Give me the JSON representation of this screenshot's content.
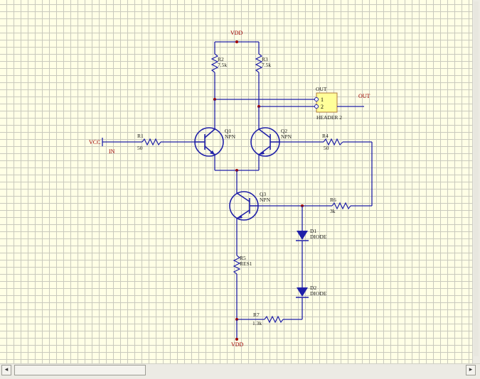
{
  "schematic": {
    "power": {
      "vdd_top": "VDD",
      "vdd_bottom": "VDD"
    },
    "components": {
      "R1": {
        "designator": "R1",
        "value": "50"
      },
      "R2": {
        "designator": "R2",
        "value": "7.5k"
      },
      "R3": {
        "designator": "R3",
        "value": "7.5k"
      },
      "R4": {
        "designator": "R4",
        "value": "50"
      },
      "R5": {
        "designator": "R5",
        "value": "RES1"
      },
      "R6": {
        "designator": "R6",
        "value": "3k"
      },
      "R7": {
        "designator": "R7",
        "value": "1.3k"
      },
      "Q1": {
        "designator": "Q1",
        "type": "NPN"
      },
      "Q2": {
        "designator": "Q2",
        "type": "NPN"
      },
      "Q3": {
        "designator": "Q3",
        "type": "NPN"
      },
      "D1": {
        "designator": "D1",
        "type": "DIODE"
      },
      "D2": {
        "designator": "D2",
        "type": "DIODE"
      },
      "J1": {
        "designator": "OUT",
        "type": "HEADER 2",
        "pin1": "1",
        "pin2": "2"
      }
    },
    "nets": {
      "vcc": "VCC",
      "in": "IN",
      "out": "OUT"
    },
    "colors": {
      "wire": "#1f1fa8",
      "junction": "#a00000",
      "net_label": "#a00000",
      "sheet": "#ffffe6",
      "grid": "#c9c9bd",
      "header_fill": "#ffff99"
    }
  },
  "scrollbars": {
    "left_arrow": "◂",
    "right_arrow": "▸"
  }
}
